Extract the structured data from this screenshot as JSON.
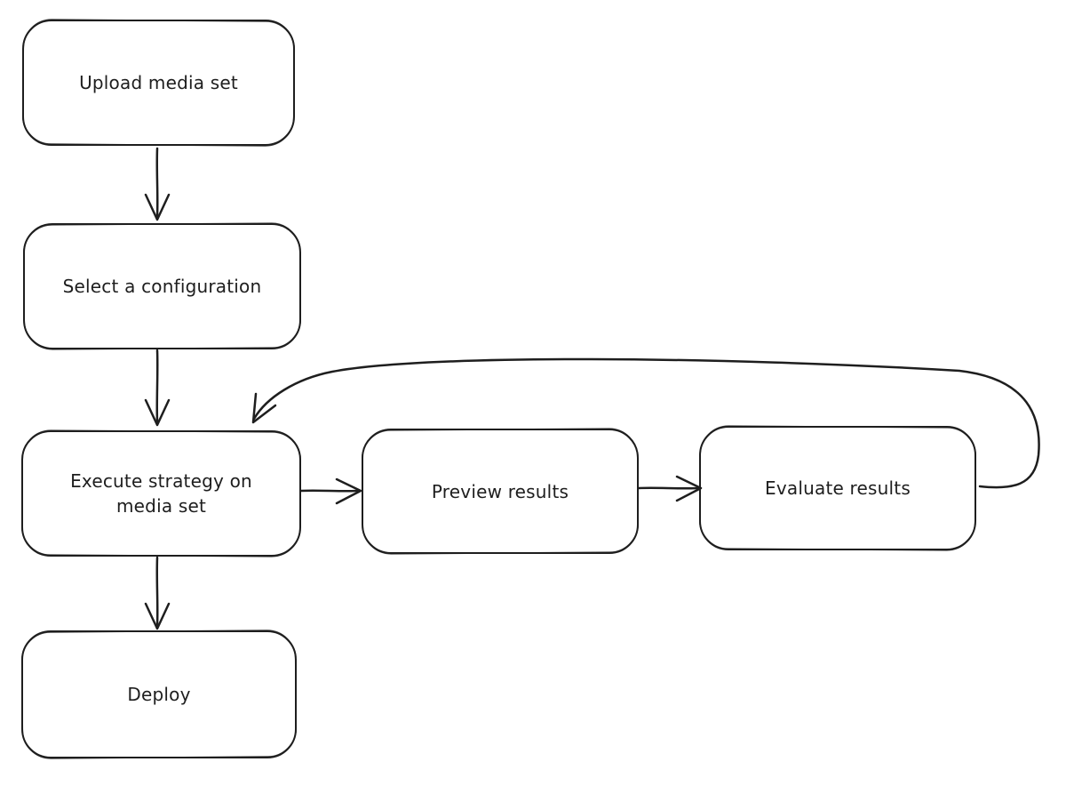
{
  "diagram": {
    "type": "flowchart",
    "style": "hand-drawn",
    "stroke_color": "#1e1e1e",
    "background_color": "#ffffff",
    "nodes": {
      "upload": {
        "label": "Upload media set"
      },
      "select_config": {
        "label": "Select a configuration"
      },
      "execute": {
        "label": "Execute strategy on media set"
      },
      "preview": {
        "label": "Preview results"
      },
      "evaluate": {
        "label": "Evaluate results"
      },
      "deploy": {
        "label": "Deploy"
      }
    },
    "edges": [
      {
        "from": "Upload media set",
        "to": "Select a configuration",
        "shape": "straight-down"
      },
      {
        "from": "Select a configuration",
        "to": "Execute strategy on media set",
        "shape": "straight-down"
      },
      {
        "from": "Execute strategy on media set",
        "to": "Preview results",
        "shape": "straight-right"
      },
      {
        "from": "Preview results",
        "to": "Evaluate results",
        "shape": "straight-right"
      },
      {
        "from": "Evaluate results",
        "to": "Execute strategy on media set",
        "shape": "curved-loop-over-top"
      },
      {
        "from": "Execute strategy on media set",
        "to": "Deploy",
        "shape": "straight-down"
      }
    ]
  }
}
